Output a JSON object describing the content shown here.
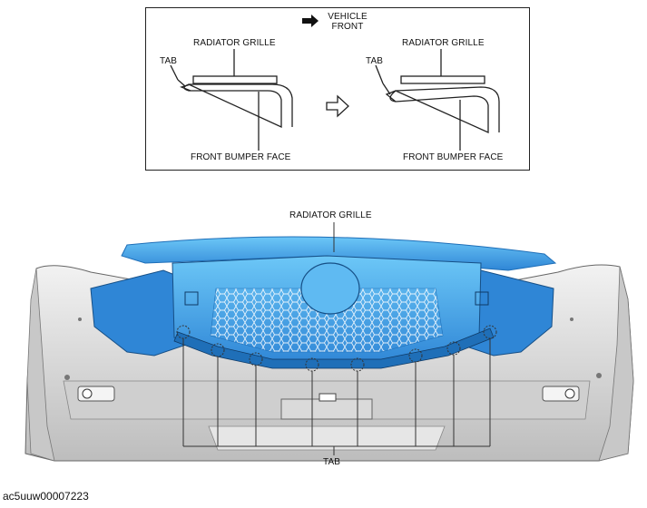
{
  "inset": {
    "direction_label": "VEHICLE FRONT",
    "before": {
      "grille_label": "RADIATOR GRILLE",
      "tab_label": "TAB",
      "bumper_label": "FRONT BUMPER FACE"
    },
    "after": {
      "grille_label": "RADIATOR GRILLE",
      "tab_label": "TAB",
      "bumper_label": "FRONT BUMPER FACE"
    }
  },
  "main": {
    "grille_label": "RADIATOR GRILLE",
    "tab_label": "TAB"
  },
  "document_id": "ac5uuw00007223",
  "colors": {
    "grille_fill": "#4fb3ee",
    "grille_dark": "#1f6fb8",
    "bumper_fill": "#dcdcdc",
    "bumper_shadow": "#9a9a9a",
    "line": "#222222"
  }
}
